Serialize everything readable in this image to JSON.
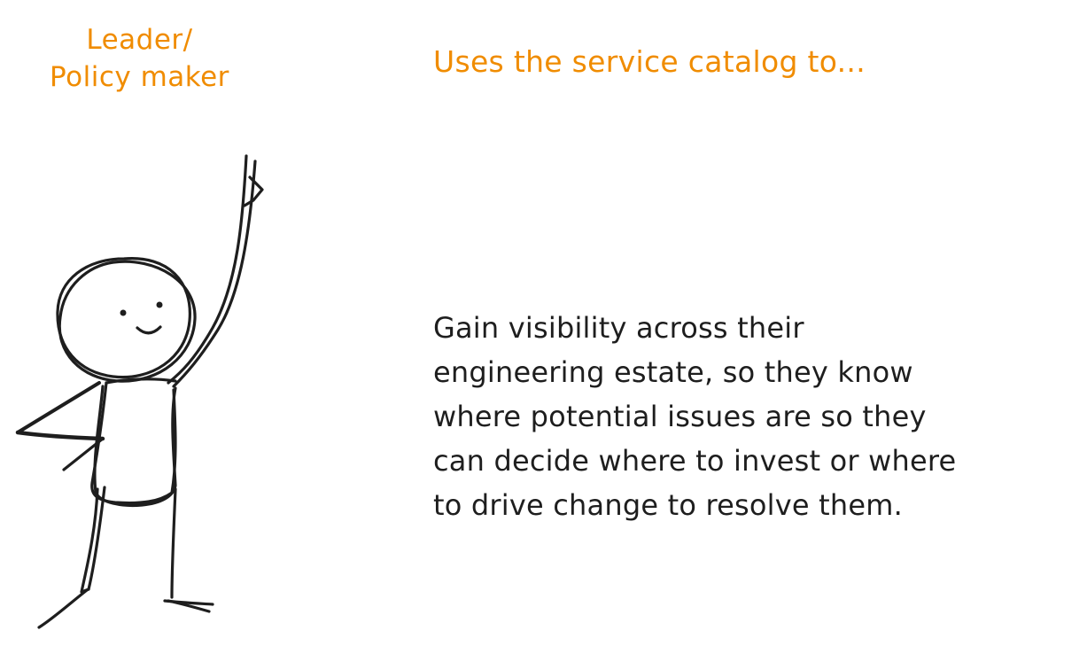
{
  "role": {
    "line1": "Leader/",
    "line2": "Policy maker"
  },
  "heading": "Uses the service catalog to...",
  "description": {
    "lines": [
      "Gain visibility across their",
      "engineering estate, so they know",
      "where potential issues are so they",
      "can decide where to invest or where",
      "to drive change to resolve them."
    ]
  },
  "figure": {
    "icon": "stick-figure-raising-hand-icon",
    "stroke_color": "#1e1e1e"
  },
  "colors": {
    "accent": "#f08c00",
    "text": "#1e1e1e",
    "background": "#ffffff"
  }
}
